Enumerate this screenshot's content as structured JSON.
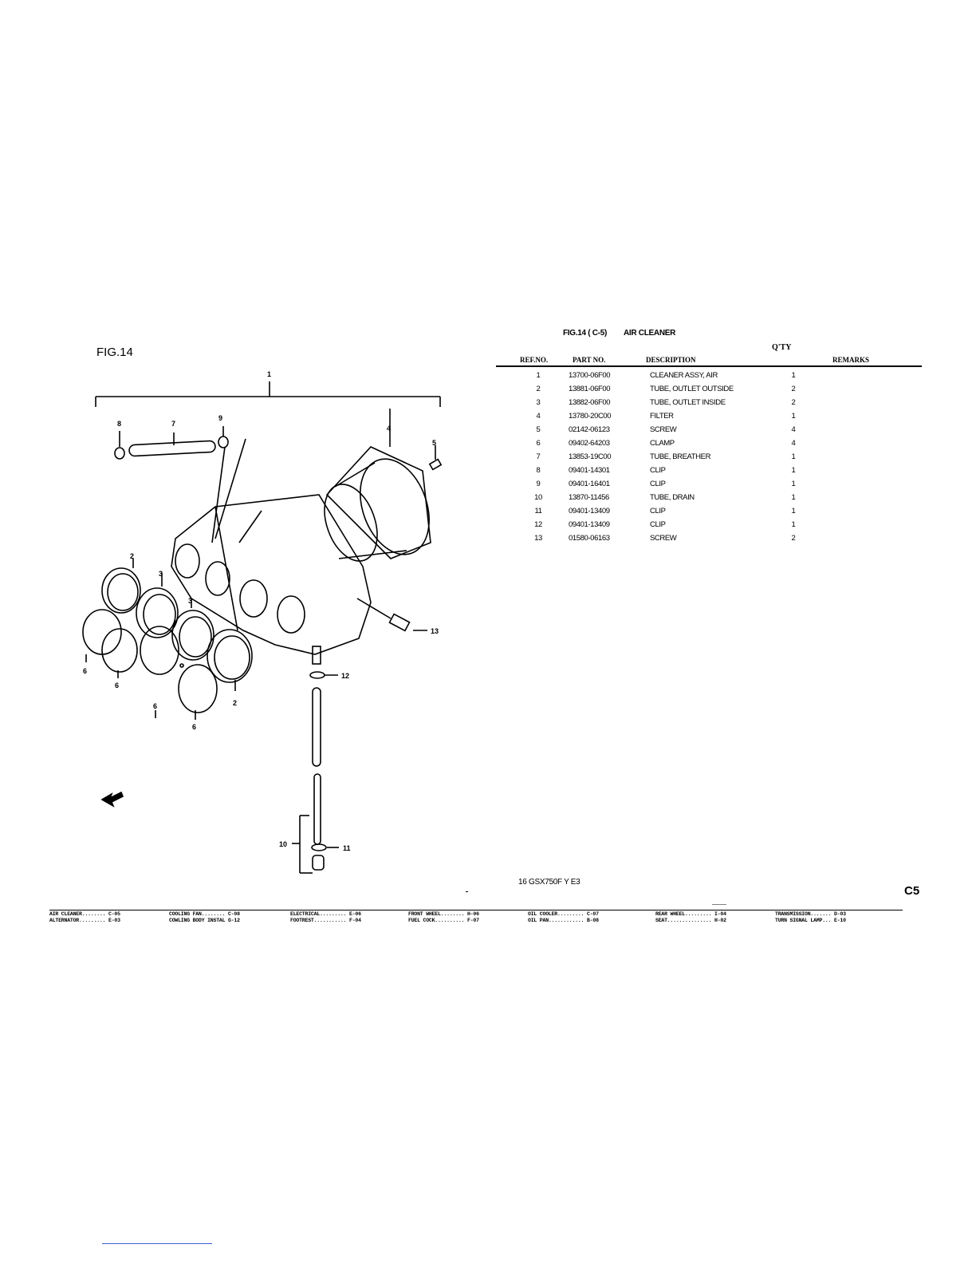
{
  "figure": {
    "label": "FIG.14"
  },
  "parts_list": {
    "fig_ref": "FIG.14 ( C-5)",
    "title": "AIR CLEANER",
    "qty_label": "Q'TY",
    "columns": {
      "ref": "REF.NO.",
      "part": "PART NO.",
      "desc": "DESCRIPTION",
      "remarks": "REMARKS"
    },
    "rows": [
      {
        "ref": "1",
        "part": "13700-06F00",
        "desc": "CLEANER ASSY, AIR",
        "qty": "1"
      },
      {
        "ref": "2",
        "part": "13881-06F00",
        "desc": "TUBE, OUTLET OUTSIDE",
        "qty": "2"
      },
      {
        "ref": "3",
        "part": "13882-06F00",
        "desc": "TUBE, OUTLET INSIDE",
        "qty": "2"
      },
      {
        "ref": "4",
        "part": "13780-20C00",
        "desc": "FILTER",
        "qty": "1"
      },
      {
        "ref": "5",
        "part": "02142-06123",
        "desc": "SCREW",
        "qty": "4"
      },
      {
        "ref": "6",
        "part": "09402-64203",
        "desc": "CLAMP",
        "qty": "4"
      },
      {
        "ref": "7",
        "part": "13853-19C00",
        "desc": "TUBE, BREATHER",
        "qty": "1"
      },
      {
        "ref": "8",
        "part": "09401-14301",
        "desc": "CLIP",
        "qty": "1"
      },
      {
        "ref": "9",
        "part": "09401-16401",
        "desc": "CLIP",
        "qty": "1"
      },
      {
        "ref": "10",
        "part": "13870-11456",
        "desc": "TUBE, DRAIN",
        "qty": "1"
      },
      {
        "ref": "11",
        "part": "09401-13409",
        "desc": "CLIP",
        "qty": "1"
      },
      {
        "ref": "12",
        "part": "09401-13409",
        "desc": "CLIP",
        "qty": "1"
      },
      {
        "ref": "13",
        "part": "01580-06163",
        "desc": "SCREW",
        "qty": "2"
      }
    ]
  },
  "callouts": [
    "1",
    "2",
    "3",
    "4",
    "5",
    "6",
    "7",
    "8",
    "9",
    "10",
    "11",
    "12",
    "13"
  ],
  "model": "16 GSX750F Y E3",
  "page_number": "C5",
  "index": [
    [
      "AIR CLEANER........ C-05",
      "COOLING FAN........ C-08",
      "ELECTRICAL......... E-06",
      "FRONT WHEEL........ H-06",
      "OIL COOLER......... C-07",
      "REAR WHEEL......... I-04",
      "TRANSMISSION....... D-03"
    ],
    [
      "ALTERNATOR......... E-03",
      "COWLING BODY INSTAL G-12",
      "FOOTREST........... F-04",
      "FUEL COCK.......... F-07",
      "OIL PAN............ B-08",
      "SEAT............... H-02",
      "TURN SIGNAL LAMP... E-10"
    ]
  ]
}
